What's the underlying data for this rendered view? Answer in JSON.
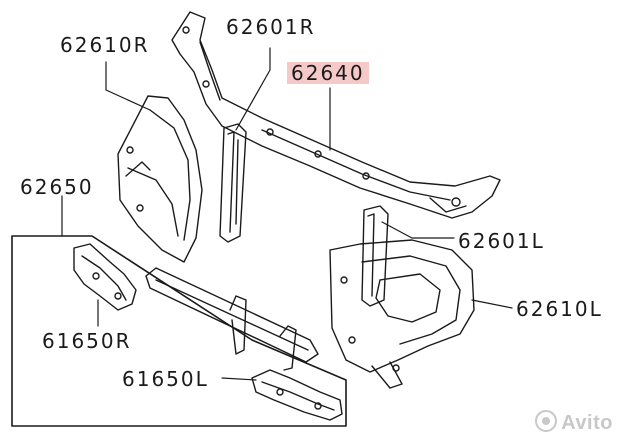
{
  "labels": {
    "p62610r": "62610R",
    "p62601r": "62601R",
    "p62640": "62640",
    "p62650": "62650",
    "p62601l": "62601L",
    "p61650r": "61650R",
    "p62610l": "62610L",
    "p61650l": "61650L"
  },
  "watermark": {
    "text": "Avito",
    "icon": "avito-logo-icon"
  },
  "colors": {
    "line": "#1a1a1a",
    "highlight": "#f6c9c9",
    "watermark": "#c8c8c8"
  }
}
